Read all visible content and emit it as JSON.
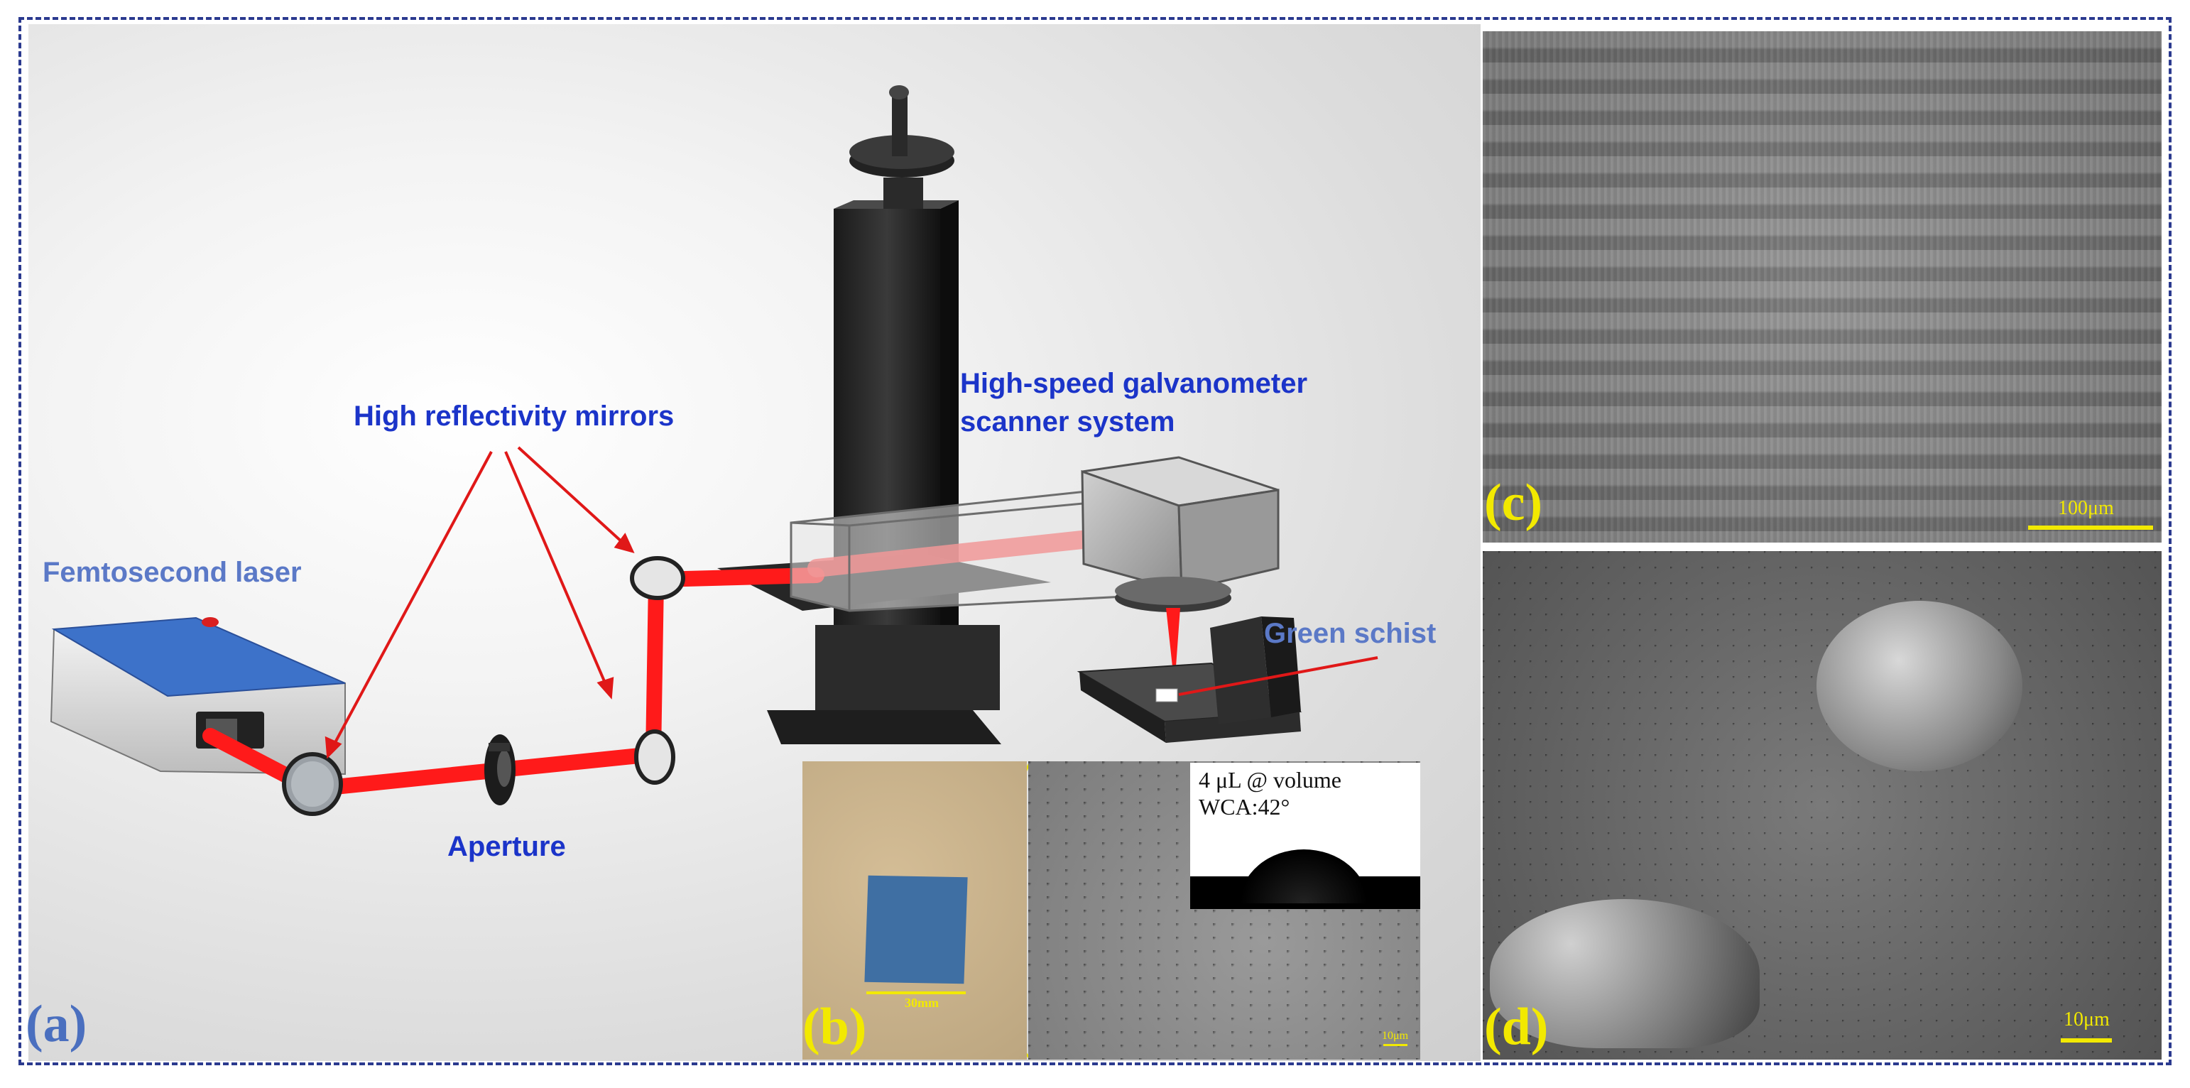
{
  "panels": {
    "a": {
      "tag": "(a)"
    },
    "b": {
      "tag": "(b)"
    },
    "c": {
      "tag": "(c)"
    },
    "d": {
      "tag": "(d)"
    }
  },
  "labels": {
    "laser": "Femtosecond laser",
    "mirrors": "High reflectivity mirrors",
    "galvo_line1": "High-speed galvanometer",
    "galvo_line2": "scanner system",
    "aperture": "Aperture",
    "sample": "Green schist"
  },
  "inset_b": {
    "photo_scale": "30mm",
    "sem_scale": "10μm",
    "wca_line1": "4 μL @ volume",
    "wca_line2": "WCA:42°"
  },
  "panel_c": {
    "scale": "100μm"
  },
  "panel_d": {
    "scale": "10μm"
  },
  "colors": {
    "frame": "#2b3a8f",
    "beam": "#ff1a1a",
    "label_blue": "#1b34c9",
    "panel_tag": "#f2e900",
    "laser_top": "#3d72c9"
  }
}
